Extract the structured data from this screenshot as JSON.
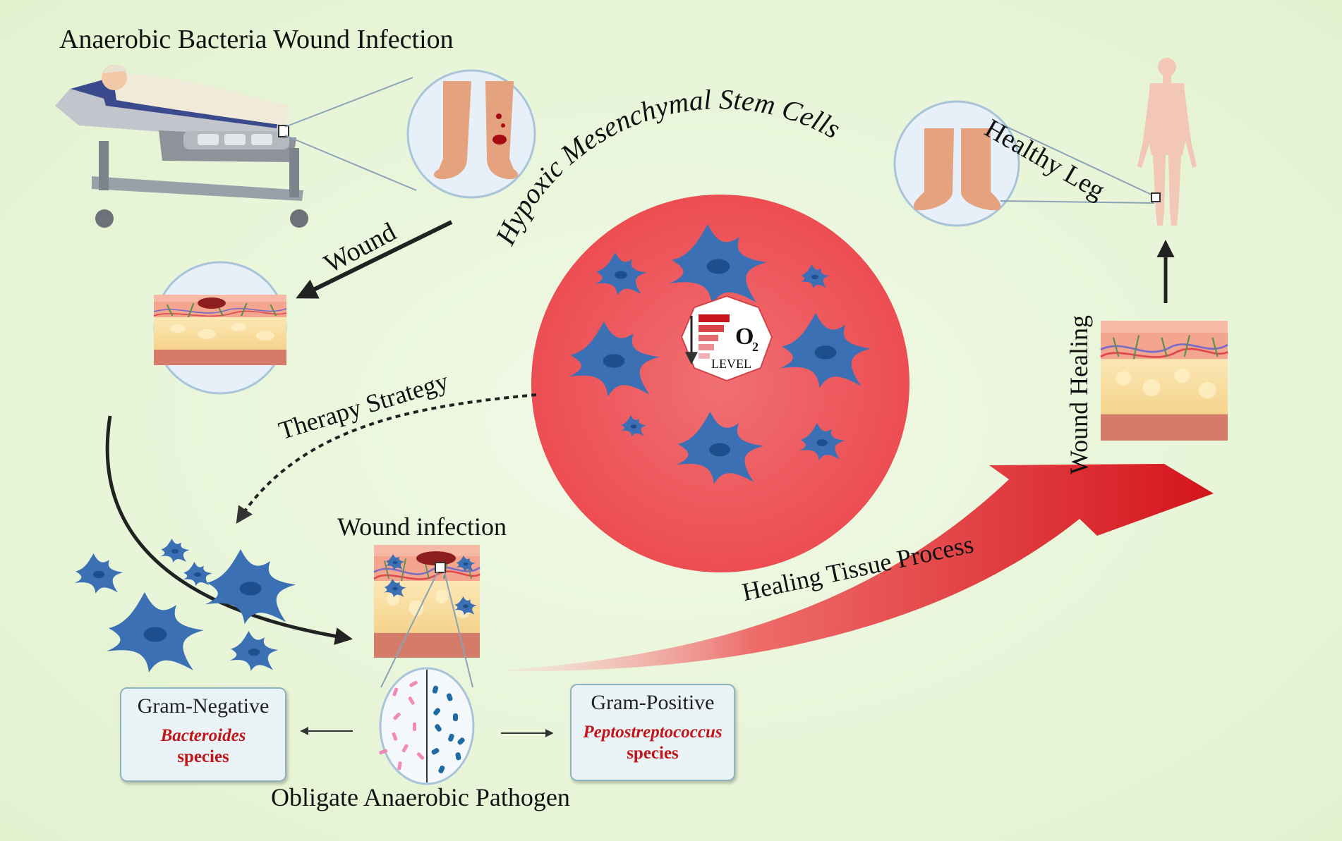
{
  "labels": {
    "title_infection": "Anaerobic Bacteria Wound Infection",
    "healthy_leg": "Healthy Leg",
    "wound": "Wound",
    "hypoxic_msc": "Hypoxic Mesenchymal Stem Cells",
    "therapy_strategy": "Therapy Strategy",
    "wound_healing": "Wound Healing",
    "wound_infection": "Wound infection",
    "healing_tissue_process": "Healing Tissue Process",
    "obligate_pathogen": "Obligate Anaerobic Pathogen"
  },
  "o2_badge": {
    "symbol": "O",
    "subscript": "2",
    "level": "LEVEL"
  },
  "gram_negative": {
    "title": "Gram-Negative",
    "genus": "Bacteroides",
    "species": "species"
  },
  "gram_positive": {
    "title": "Gram-Positive",
    "genus": "Peptostreptococcus",
    "species": "species"
  },
  "colors": {
    "background": "#e8f5d8",
    "msc_circle": "#ef5a5e",
    "cell_blue": "#3c70b4",
    "healing_arrow": "#e01e22",
    "box_border": "#8fb3bf",
    "species_red": "#c0161a"
  }
}
